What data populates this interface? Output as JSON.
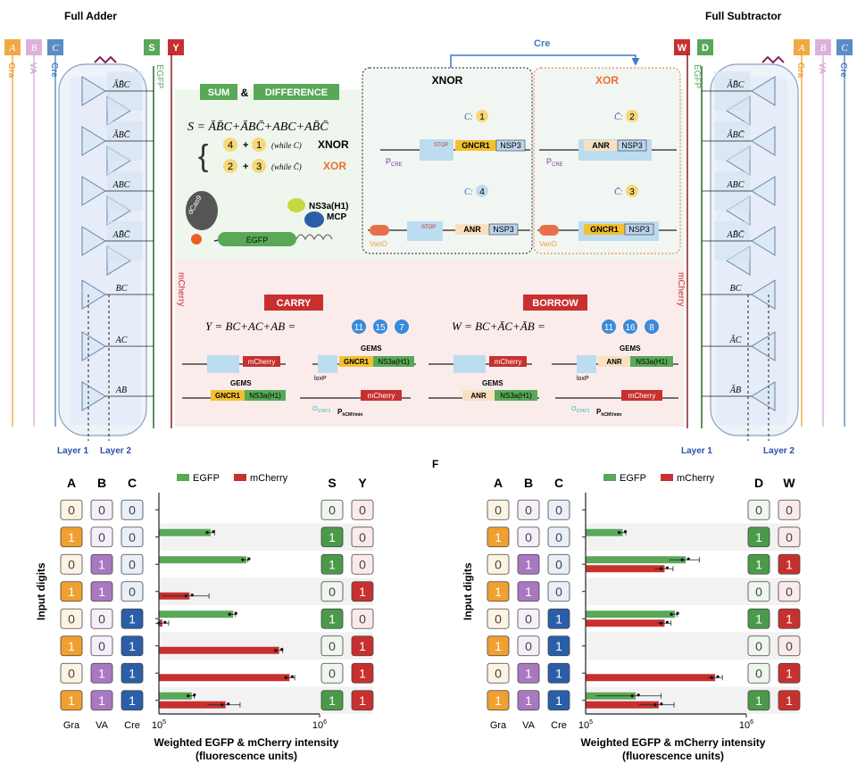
{
  "titles": {
    "adder": "Full Adder",
    "subtractor": "Full Subtractor",
    "panel_f": "F"
  },
  "colors": {
    "A": "#f0a030",
    "B": "#d8a8d8",
    "C": "#4a7fc0",
    "green": "#58a858",
    "red": "#c83030",
    "yellow": "#f2d070",
    "blue_dark": "#2a5ea8"
  },
  "adder": {
    "inputs": [
      "A",
      "B",
      "C"
    ],
    "input_labels": [
      "Gra",
      "VA",
      "Cre"
    ],
    "outputs": [
      {
        "letter": "S",
        "label": "EGFP"
      },
      {
        "letter": "Y",
        "label": "mCherry"
      }
    ],
    "terms": [
      "ĀB̄C",
      "ĀBC̄",
      "ABC",
      "AB̄C̄",
      "BC",
      "AC",
      "AB"
    ],
    "layers": [
      "Layer 1",
      "Layer 2"
    ]
  },
  "subtractor": {
    "inputs": [
      "C",
      "B",
      "A"
    ],
    "input_labels": [
      "Cre",
      "VA",
      "Gra"
    ],
    "outputs": [
      {
        "letter": "W",
        "label": "mCherry"
      },
      {
        "letter": "D",
        "label": "EGFP"
      }
    ],
    "terms": [
      "ĀB̄C",
      "ĀBC̄",
      "ABC",
      "AB̄C̄",
      "BC",
      "ĀC",
      "ĀB"
    ],
    "layers": [
      "Layer 2",
      "Layer 1"
    ]
  },
  "center": {
    "sum_label": "SUM",
    "amp": "&",
    "diff_label": "DIFFERENCE",
    "s_eq_lhs": "S = ",
    "s_eq_rhs": "ĀB̄C+ĀBC̄+ABC+AB̄C̄",
    "case1": {
      "a": "4",
      "plus": "+",
      "b": "1",
      "cond": "(while C)",
      "gate": "XNOR"
    },
    "case2": {
      "a": "2",
      "plus": "+",
      "b": "3",
      "cond": "(while C̄)",
      "gate": "XOR"
    },
    "mol": {
      "dcas": "dCas9",
      "egfp": "EGFP",
      "ns3a": "NS3a(H1)",
      "mcp": "MCP"
    },
    "cre": "Cre",
    "xnor": {
      "title": "XNOR",
      "c1": "C:",
      "n1": "1",
      "c4": "C:",
      "n4": "4"
    },
    "xor": {
      "title": "XOR",
      "c2": "C̄:",
      "n2": "2",
      "c3": "C̄:",
      "n3": "3"
    },
    "parts": {
      "stop": "STOP",
      "gncr1": "GNCR1",
      "nsp3": "NSP3",
      "anr": "ANR",
      "pcre": "P",
      "pcre_sub": "CRE",
      "vano": "VanO"
    },
    "carry": {
      "title": "CARRY",
      "eq": "Y = BC+AC+AB = ",
      "n": [
        "11",
        "15",
        "7"
      ]
    },
    "borrow": {
      "title": "BORROW",
      "eq": "W = BC+ĀC+ĀB = ",
      "n": [
        "11",
        "16",
        "8"
      ]
    },
    "cparts": {
      "mcherry": "mCherry",
      "gems": "GEMS",
      "loxp": "loxP",
      "gncr1": "GNCR1",
      "ns3a": "NS3a(H1)",
      "anr": "ANR",
      "ostat": "O",
      "ostat_sub": "STAT3",
      "phcmv": "P",
      "phcmv_sub": "hCMVmin"
    }
  },
  "legend": {
    "egfp": "EGFP",
    "mcherry": "mCherry"
  },
  "axis": {
    "ylabel": "Input digits",
    "xlabel1": "Weighted EGFP & mCherry intensity",
    "xlabel2": "(fluorescence units)",
    "tick_lo": "10",
    "tick_lo_exp": "5",
    "tick_hi": "10",
    "tick_hi_exp": "6"
  },
  "chart_data": [
    {
      "type": "bar",
      "xscale": "log",
      "xlim": [
        100000,
        1000000
      ],
      "xlabel": "Weighted EGFP & mCherry intensity (fluorescence units)",
      "ylabel": "Input digits",
      "legend": "top",
      "headers": [
        "A",
        "B",
        "C"
      ],
      "out_headers": [
        "S",
        "Y"
      ],
      "rows": [
        {
          "in": [
            "0",
            "0",
            "0"
          ],
          "out": [
            "0",
            "0"
          ]
        },
        {
          "in": [
            "1",
            "0",
            "0"
          ],
          "out": [
            "1",
            "0"
          ]
        },
        {
          "in": [
            "0",
            "1",
            "0"
          ],
          "out": [
            "1",
            "0"
          ]
        },
        {
          "in": [
            "1",
            "1",
            "0"
          ],
          "out": [
            "0",
            "1"
          ]
        },
        {
          "in": [
            "0",
            "0",
            "1"
          ],
          "out": [
            "1",
            "0"
          ]
        },
        {
          "in": [
            "1",
            "0",
            "1"
          ],
          "out": [
            "0",
            "1"
          ]
        },
        {
          "in": [
            "0",
            "1",
            "1"
          ],
          "out": [
            "0",
            "1"
          ]
        },
        {
          "in": [
            "1",
            "1",
            "1"
          ],
          "out": [
            "1",
            "1"
          ]
        }
      ],
      "col_labels": [
        "Gra",
        "VA",
        "Cre"
      ],
      "series": [
        {
          "name": "EGFP",
          "values": [
            null,
            210000,
            350000,
            null,
            290000,
            null,
            null,
            160000
          ],
          "err": [
            0,
            12000,
            8000,
            0,
            10000,
            0,
            0,
            6000
          ]
        },
        {
          "name": "mCherry",
          "values": [
            null,
            null,
            null,
            155000,
            105000,
            560000,
            650000,
            260000
          ],
          "err": [
            0,
            0,
            0,
            50000,
            10000,
            30000,
            50000,
            60000
          ]
        }
      ]
    },
    {
      "type": "bar",
      "xscale": "log",
      "xlim": [
        100000,
        1000000
      ],
      "xlabel": "Weighted EGFP & mCherry intensity (fluorescence units)",
      "ylabel": "Input digits",
      "legend": "top",
      "headers": [
        "A",
        "B",
        "C"
      ],
      "out_headers": [
        "D",
        "W"
      ],
      "rows": [
        {
          "in": [
            "0",
            "0",
            "0"
          ],
          "out": [
            "0",
            "0"
          ]
        },
        {
          "in": [
            "1",
            "0",
            "0"
          ],
          "out": [
            "1",
            "0"
          ]
        },
        {
          "in": [
            "0",
            "1",
            "0"
          ],
          "out": [
            "1",
            "1"
          ]
        },
        {
          "in": [
            "1",
            "1",
            "0"
          ],
          "out": [
            "0",
            "0"
          ]
        },
        {
          "in": [
            "0",
            "0",
            "1"
          ],
          "out": [
            "1",
            "1"
          ]
        },
        {
          "in": [
            "1",
            "0",
            "1"
          ],
          "out": [
            "0",
            "0"
          ]
        },
        {
          "in": [
            "0",
            "1",
            "1"
          ],
          "out": [
            "0",
            "1"
          ]
        },
        {
          "in": [
            "1",
            "1",
            "1"
          ],
          "out": [
            "1",
            "1"
          ]
        }
      ],
      "col_labels": [
        "Gra",
        "VA",
        "Cre"
      ],
      "series": [
        {
          "name": "EGFP",
          "values": [
            null,
            170000,
            420000,
            null,
            360000,
            null,
            null,
            205000
          ],
          "err": [
            0,
            8000,
            90000,
            0,
            10000,
            0,
            0,
            90000
          ]
        },
        {
          "name": "mCherry",
          "values": [
            null,
            null,
            310000,
            null,
            310000,
            null,
            640000,
            285000
          ],
          "err": [
            0,
            0,
            40000,
            0,
            30000,
            0,
            70000,
            70000
          ]
        }
      ]
    }
  ]
}
